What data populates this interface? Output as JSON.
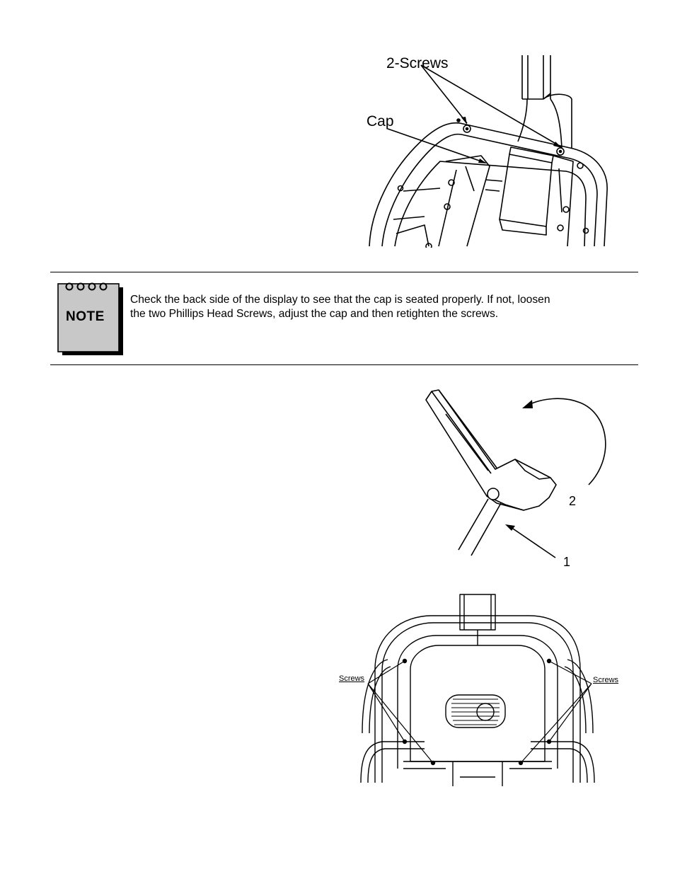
{
  "figure1": {
    "label_screws": "2-Screws",
    "label_cap": "Cap"
  },
  "note": {
    "badge": "NOTE",
    "lines": [
      "Check the back side of the display to see that the cap is seated properly.  If not, loosen",
      "the two Phillips Head Screws, adjust the cap and then retighten the screws."
    ]
  },
  "figure2": {
    "label_1": "1",
    "label_2": "2"
  },
  "figure3": {
    "label_screws_left": "Screws",
    "label_screws_right": "Screws"
  }
}
